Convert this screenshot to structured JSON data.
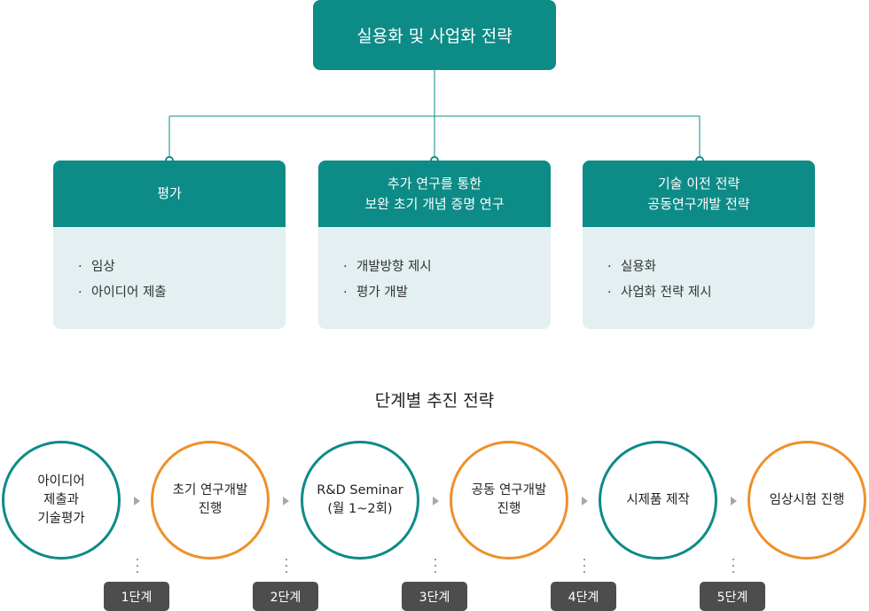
{
  "top": {
    "title": "실용화 및 사업화 전략"
  },
  "cards": [
    {
      "lines": [
        "평가"
      ],
      "items": [
        "임상",
        "아이디어 제출"
      ]
    },
    {
      "lines": [
        "추가 연구를 통한",
        "보완 초기 개념 증명 연구"
      ],
      "items": [
        "개발방향 제시",
        "평가 개발"
      ]
    },
    {
      "lines": [
        "기술 이전 전략",
        "공동연구개발 전략"
      ],
      "items": [
        "실용화",
        "사업화 전략 제시"
      ]
    }
  ],
  "bullet": "·",
  "section_title": "단계별 추진 전략",
  "steps": [
    {
      "lines": [
        "아이디어",
        "제출과",
        "기술평가"
      ],
      "color": "#0d8b87"
    },
    {
      "lines": [
        "초기 연구개발",
        "진행"
      ],
      "color": "#ef9029"
    },
    {
      "lines": [
        "R&D Seminar",
        "(월 1~2회)"
      ],
      "color": "#0d8b87"
    },
    {
      "lines": [
        "공동 연구개발",
        "진행"
      ],
      "color": "#ef9029"
    },
    {
      "lines": [
        "시제품 제작"
      ],
      "color": "#0d8b87"
    },
    {
      "lines": [
        "임상시험 진행"
      ],
      "color": "#ef9029"
    }
  ],
  "stages": [
    "1단계",
    "2단계",
    "3단계",
    "4단계",
    "5단계"
  ],
  "colors": {
    "teal": "#0d8b87",
    "orange": "#ef9029",
    "card_bg": "#e3eff0",
    "stage_bg": "#4d4d4d"
  }
}
